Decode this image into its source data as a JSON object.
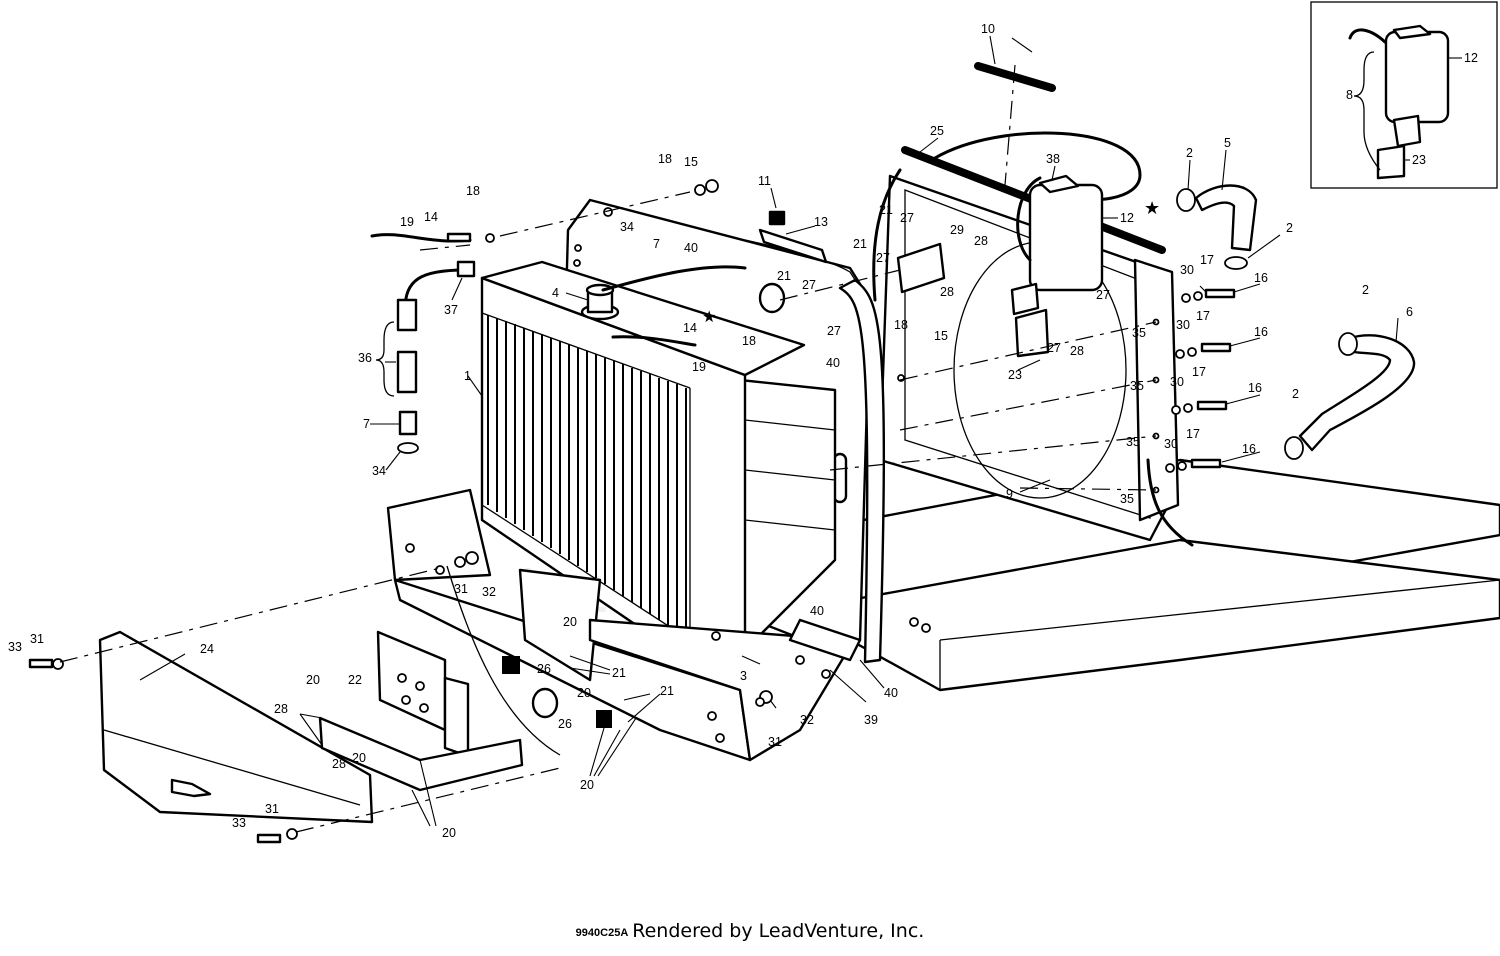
{
  "figure": {
    "drawing_number": "9940C25A",
    "credit": "Rendered by LeadVenture, Inc.",
    "watermark": "LEADVENTURE",
    "inset_callouts": [
      "12",
      "8",
      "23"
    ],
    "callouts": [
      {
        "id": "c10",
        "label": "10"
      },
      {
        "id": "c25",
        "label": "25"
      },
      {
        "id": "c38",
        "label": "38"
      },
      {
        "id": "c12",
        "label": "12"
      },
      {
        "id": "c2a",
        "label": "2"
      },
      {
        "id": "c5",
        "label": "5"
      },
      {
        "id": "c2b",
        "label": "2"
      },
      {
        "id": "c18a",
        "label": "18"
      },
      {
        "id": "c15a",
        "label": "15"
      },
      {
        "id": "c11",
        "label": "11"
      },
      {
        "id": "c13",
        "label": "13"
      },
      {
        "id": "c21a",
        "label": "21"
      },
      {
        "id": "c27a",
        "label": "27"
      },
      {
        "id": "c21b",
        "label": "21"
      },
      {
        "id": "c27b",
        "label": "27"
      },
      {
        "id": "c29",
        "label": "29"
      },
      {
        "id": "c28a",
        "label": "28"
      },
      {
        "id": "c28b",
        "label": "28"
      },
      {
        "id": "c30a",
        "label": "30"
      },
      {
        "id": "c17a",
        "label": "17"
      },
      {
        "id": "c16a",
        "label": "16"
      },
      {
        "id": "c18b",
        "label": "18"
      },
      {
        "id": "c14a",
        "label": "14"
      },
      {
        "id": "c19a",
        "label": "19"
      },
      {
        "id": "c34a",
        "label": "34"
      },
      {
        "id": "c7a",
        "label": "7"
      },
      {
        "id": "c40a",
        "label": "40"
      },
      {
        "id": "c4",
        "label": "4"
      },
      {
        "id": "c37",
        "label": "37"
      },
      {
        "id": "c21c",
        "label": "21"
      },
      {
        "id": "c27c",
        "label": "27"
      },
      {
        "id": "c27d",
        "label": "27"
      },
      {
        "id": "c14b",
        "label": "14"
      },
      {
        "id": "c18c",
        "label": "18"
      },
      {
        "id": "c18d",
        "label": "18"
      },
      {
        "id": "c15b",
        "label": "15"
      },
      {
        "id": "c27e",
        "label": "27"
      },
      {
        "id": "c27f",
        "label": "27"
      },
      {
        "id": "c28c",
        "label": "28"
      },
      {
        "id": "c35a",
        "label": "35"
      },
      {
        "id": "c30b",
        "label": "30"
      },
      {
        "id": "c17b",
        "label": "17"
      },
      {
        "id": "c16b",
        "label": "16"
      },
      {
        "id": "c2c",
        "label": "2"
      },
      {
        "id": "c6",
        "label": "6"
      },
      {
        "id": "c36",
        "label": "36"
      },
      {
        "id": "c40b",
        "label": "40"
      },
      {
        "id": "c19b",
        "label": "19"
      },
      {
        "id": "c23",
        "label": "23"
      },
      {
        "id": "c1",
        "label": "1"
      },
      {
        "id": "c35b",
        "label": "35"
      },
      {
        "id": "c30c",
        "label": "30"
      },
      {
        "id": "c17c",
        "label": "17"
      },
      {
        "id": "c16c",
        "label": "16"
      },
      {
        "id": "c7b",
        "label": "7"
      },
      {
        "id": "c2d",
        "label": "2"
      },
      {
        "id": "c35c",
        "label": "35"
      },
      {
        "id": "c17d",
        "label": "17"
      },
      {
        "id": "c16d",
        "label": "16"
      },
      {
        "id": "c30d",
        "label": "30"
      },
      {
        "id": "c34b",
        "label": "34"
      },
      {
        "id": "c9",
        "label": "9"
      },
      {
        "id": "c35d",
        "label": "35"
      },
      {
        "id": "c31a",
        "label": "31"
      },
      {
        "id": "c32a",
        "label": "32"
      },
      {
        "id": "c40c",
        "label": "40"
      },
      {
        "id": "c33a",
        "label": "33"
      },
      {
        "id": "c31b",
        "label": "31"
      },
      {
        "id": "c24",
        "label": "24"
      },
      {
        "id": "c20a",
        "label": "20"
      },
      {
        "id": "c26a",
        "label": "26"
      },
      {
        "id": "c21d",
        "label": "21"
      },
      {
        "id": "c3",
        "label": "3"
      },
      {
        "id": "c20b",
        "label": "20"
      },
      {
        "id": "c22",
        "label": "22"
      },
      {
        "id": "c20c",
        "label": "20"
      },
      {
        "id": "c40d",
        "label": "40"
      },
      {
        "id": "c28d",
        "label": "28"
      },
      {
        "id": "c21e",
        "label": "21"
      },
      {
        "id": "c26b",
        "label": "26"
      },
      {
        "id": "c32b",
        "label": "32"
      },
      {
        "id": "c39",
        "label": "39"
      },
      {
        "id": "c31c",
        "label": "31"
      },
      {
        "id": "c20d",
        "label": "20"
      },
      {
        "id": "c28e",
        "label": "28"
      },
      {
        "id": "c20e",
        "label": "20"
      },
      {
        "id": "c20f",
        "label": "20"
      },
      {
        "id": "c31d",
        "label": "31"
      },
      {
        "id": "c33b",
        "label": "33"
      }
    ]
  }
}
